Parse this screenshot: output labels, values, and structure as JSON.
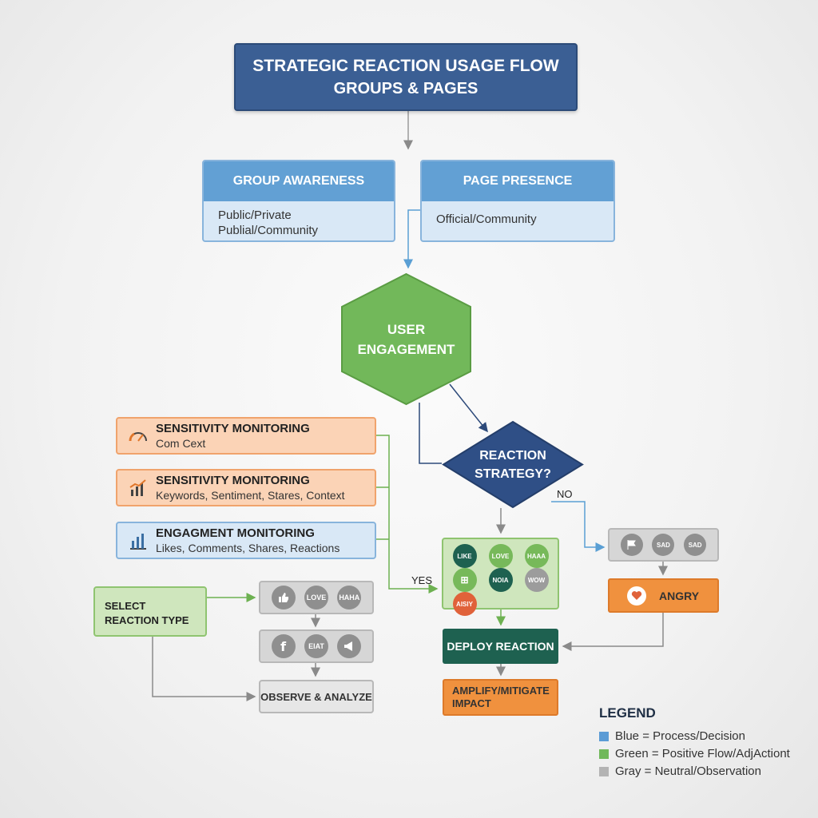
{
  "title": {
    "line1": "STRATEGIC REACTION USAGE FLOW",
    "line2": "GROUPS & PAGES"
  },
  "group_awareness": {
    "heading": "GROUP AWARENESS",
    "line1": "Public/Private",
    "line2": "Publial/Community"
  },
  "page_presence": {
    "heading": "PAGE PRESENCE",
    "line1": "Official/Community"
  },
  "user_engagement": {
    "line1": "USER",
    "line2": "ENGAGEMENT"
  },
  "reaction_strategy": {
    "line1": "REACTION",
    "line2": "STRATEGY?"
  },
  "monitors": [
    {
      "heading": "SENSITIVITY MONITORING",
      "sub": "Com Cext",
      "icon": "gauge-icon"
    },
    {
      "heading": "SENSITIVITY MONITORING",
      "sub": "Keywords, Sentiment, Stares, Context",
      "icon": "bar-chart-icon"
    },
    {
      "heading": "ENGAGMENT MONITORING",
      "sub": "Likes, Comments, Shares, Reactions",
      "icon": "bar-chart-icon"
    }
  ],
  "select_reaction": "SELECT REACTION TYPE",
  "gray_row_1": [
    "LOVE",
    "HAHA"
  ],
  "gray_row_2": [
    "f",
    "EIAT"
  ],
  "observe": "OBSERVE & ANALYZE",
  "labels": {
    "yes": "YES",
    "no": "NO"
  },
  "reaction_grid": [
    {
      "label": "LIKE",
      "color": "#1e6150"
    },
    {
      "label": "LOVE",
      "color": "#77b95a"
    },
    {
      "label": "HAAA",
      "color": "#77b95a"
    },
    {
      "label": "",
      "color": "#77b95a"
    },
    {
      "label": "NOIA",
      "color": "#1e6150"
    },
    {
      "label": "WOW",
      "color": "#9c9c9c"
    },
    {
      "label": "AISIY",
      "color": "#e0623a"
    }
  ],
  "no_row": [
    "SAD",
    "SAD"
  ],
  "angry": "ANGRY",
  "deploy": "DEPLOY REACTION",
  "amplify": {
    "line1": "AMPLIFY/MITIGATE",
    "line2": "IMPACT"
  },
  "legend": {
    "title": "LEGEND",
    "items": [
      {
        "label": "Blue = Process/Decision",
        "color": "#5b9bd5"
      },
      {
        "label": "Green = Positive Flow/AdjActiont",
        "color": "#70b85a"
      },
      {
        "label": "Gray = Neutral/Observation",
        "color": "#b3b3b3"
      }
    ]
  }
}
